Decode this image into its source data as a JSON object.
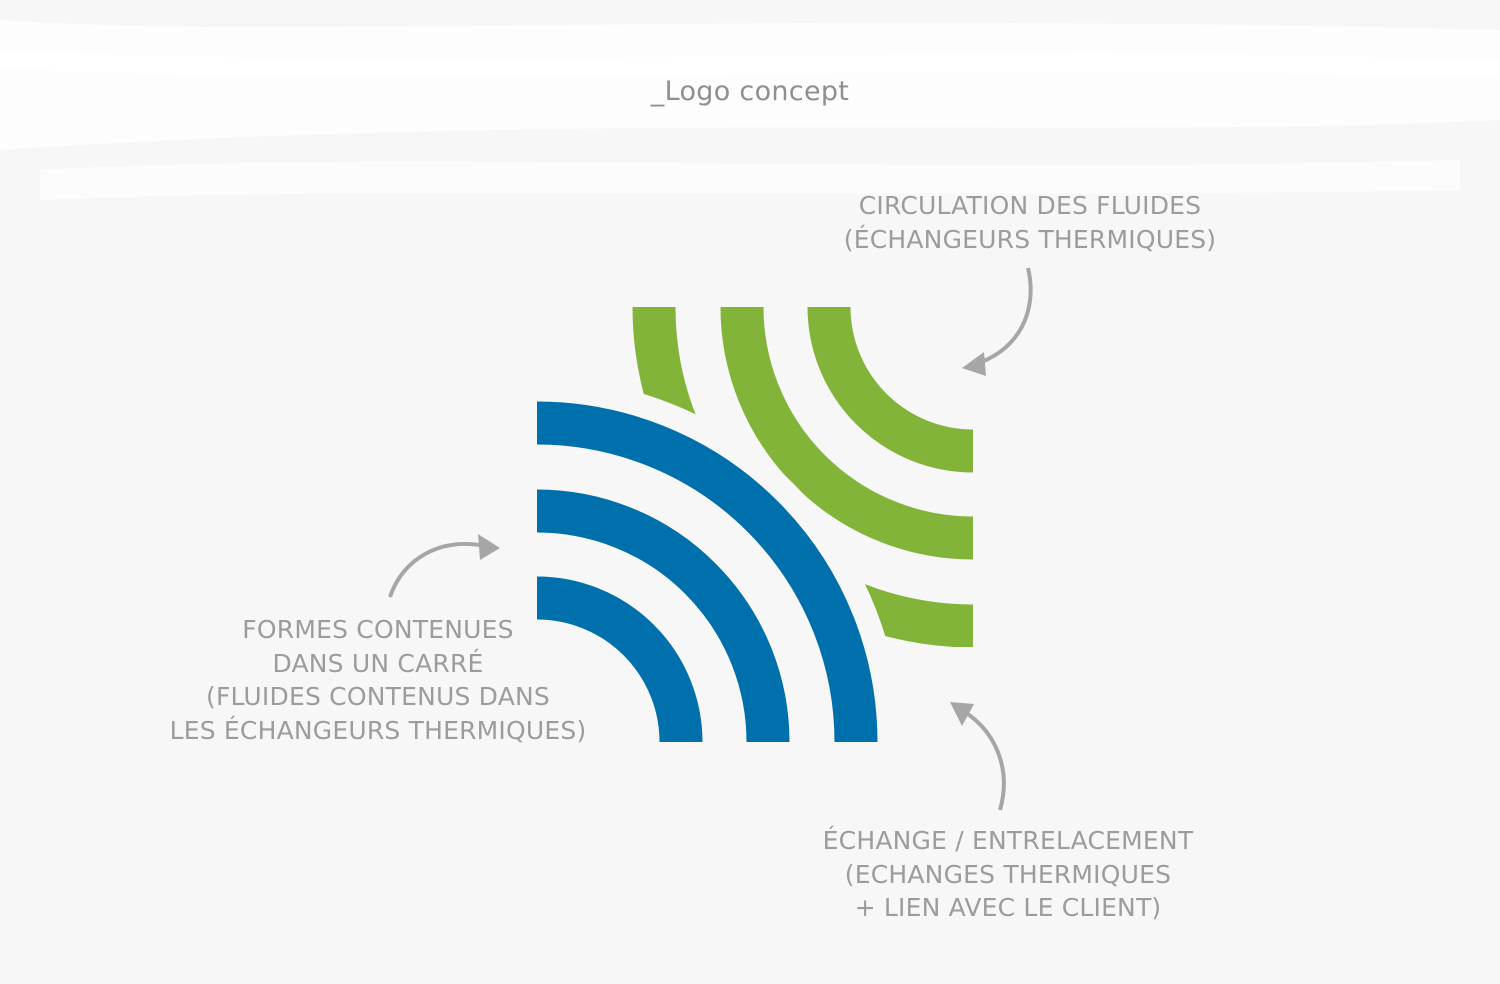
{
  "page": {
    "title": "_Logo concept"
  },
  "annotations": {
    "circulation": {
      "line1": "CIRCULATION DES FLUIDES",
      "line2": "(ÉCHANGEURS THERMIQUES)"
    },
    "formes": {
      "line1": "FORMES CONTENUES",
      "line2": "DANS UN CARRÉ",
      "line3": "(FLUIDES CONTENUS DANS",
      "line4": "LES ÉCHANGEURS THERMIQUES)"
    },
    "echange": {
      "line1": "ÉCHANGE / ENTRELACEMENT",
      "line2": "(ECHANGES THERMIQUES",
      "line3": "+ LIEN AVEC LE CLIENT)"
    }
  },
  "colors": {
    "blue": "#0070ad",
    "green": "#82b43a",
    "arrow": "#a6a6a6",
    "text": "#9c9c9c",
    "background": "#f7f7f7"
  },
  "icons": [
    "curved-arrow-icon"
  ]
}
